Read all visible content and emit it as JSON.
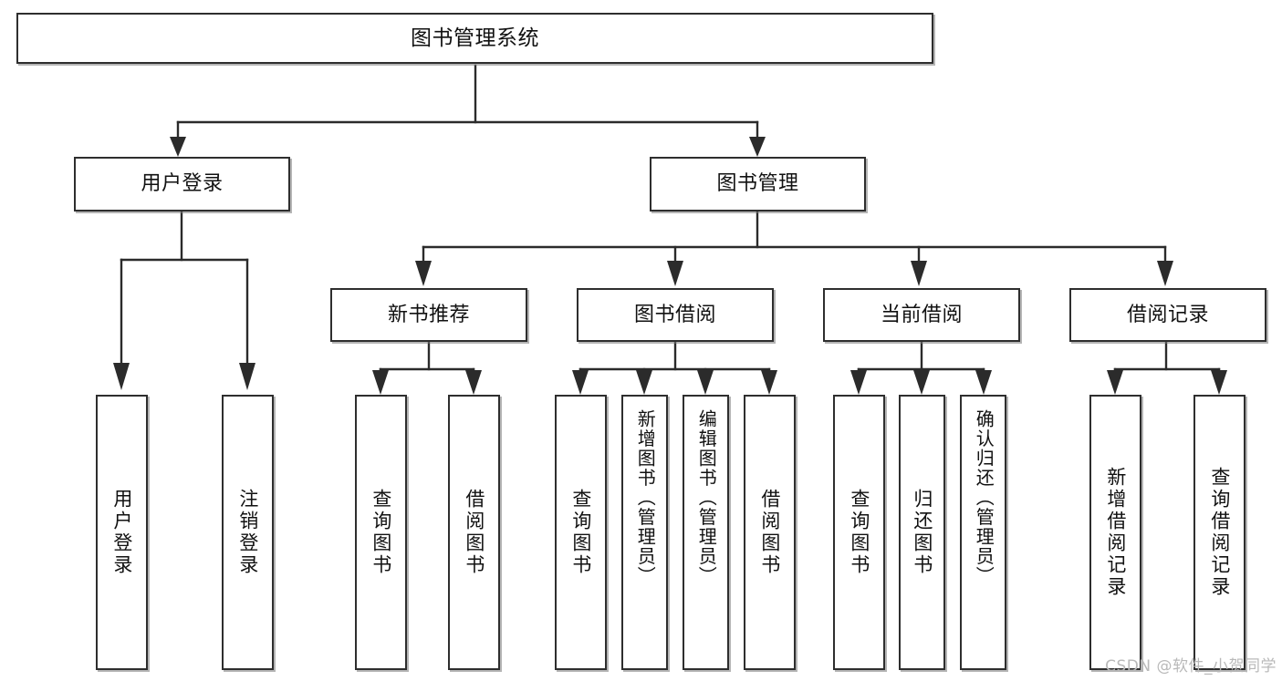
{
  "diagram": {
    "title": "图书管理系统",
    "type": "tree",
    "orientation": "top-down",
    "colors": {
      "box_border": "#2e2e2e",
      "box_fill": "#ffffff",
      "connector": "#2b2b2b",
      "text": "#111111",
      "watermark": "#b9b9b9",
      "background": "#ffffff"
    },
    "watermark": "CSDN @软件_小贺同学",
    "root": {
      "label": "图书管理系统",
      "text_direction": "horizontal"
    },
    "level1": [
      {
        "id": "user-login",
        "label": "用户登录",
        "text_direction": "horizontal"
      },
      {
        "id": "book-manage",
        "label": "图书管理",
        "text_direction": "horizontal"
      }
    ],
    "level2": [
      {
        "id": "new-book-recommend",
        "label": "新书推荐",
        "text_direction": "horizontal",
        "parent": "book-manage"
      },
      {
        "id": "book-borrow",
        "label": "图书借阅",
        "text_direction": "horizontal",
        "parent": "book-manage"
      },
      {
        "id": "current-borrow",
        "label": "当前借阅",
        "text_direction": "horizontal",
        "parent": "book-manage"
      },
      {
        "id": "borrow-record",
        "label": "借阅记录",
        "text_direction": "horizontal",
        "parent": "book-manage"
      }
    ],
    "leaves": [
      {
        "id": "leaf-user-login",
        "label": "用户登录",
        "text_direction": "vertical",
        "parent": "user-login"
      },
      {
        "id": "leaf-logout",
        "label": "注销登录",
        "text_direction": "vertical",
        "parent": "user-login"
      },
      {
        "id": "leaf-query-book-1",
        "label": "查询图书",
        "text_direction": "vertical",
        "parent": "new-book-recommend"
      },
      {
        "id": "leaf-borrow-book-1",
        "label": "借阅图书",
        "text_direction": "vertical",
        "parent": "new-book-recommend"
      },
      {
        "id": "leaf-query-book-2",
        "label": "查询图书",
        "text_direction": "vertical",
        "parent": "book-borrow"
      },
      {
        "id": "leaf-add-book",
        "label": "新增图书（管理员）",
        "text_direction": "vertical",
        "parent": "book-borrow"
      },
      {
        "id": "leaf-edit-book",
        "label": "编辑图书（管理员）",
        "text_direction": "vertical",
        "parent": "book-borrow"
      },
      {
        "id": "leaf-borrow-book-2",
        "label": "借阅图书",
        "text_direction": "vertical",
        "parent": "book-borrow"
      },
      {
        "id": "leaf-query-book-3",
        "label": "查询图书",
        "text_direction": "vertical",
        "parent": "current-borrow"
      },
      {
        "id": "leaf-return-book",
        "label": "归还图书",
        "text_direction": "vertical",
        "parent": "current-borrow"
      },
      {
        "id": "leaf-confirm-return",
        "label": "确认归还（管理员）",
        "text_direction": "vertical",
        "parent": "current-borrow"
      },
      {
        "id": "leaf-add-record",
        "label": "新增借阅记录",
        "text_direction": "vertical",
        "parent": "borrow-record"
      },
      {
        "id": "leaf-query-record",
        "label": "查询借阅记录",
        "text_direction": "vertical",
        "parent": "borrow-record"
      }
    ]
  }
}
